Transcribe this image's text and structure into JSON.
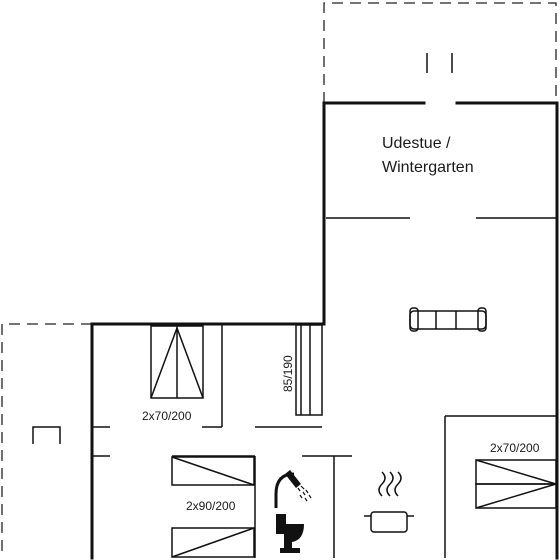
{
  "floorplan": {
    "rooms": {
      "wintergarden_line1": "Udestue /",
      "wintergarden_line2": "Wintergarten"
    },
    "beds": {
      "bed_top_left": "2x70/200",
      "bed_narrow": "85/190",
      "bed_bottom_left": "2x90/200",
      "bed_right": "2x70/200"
    },
    "icons": [
      "sofa-icon",
      "shower-icon",
      "toilet-icon",
      "cooking-pot-icon",
      "bed-icon",
      "door-icon"
    ]
  }
}
